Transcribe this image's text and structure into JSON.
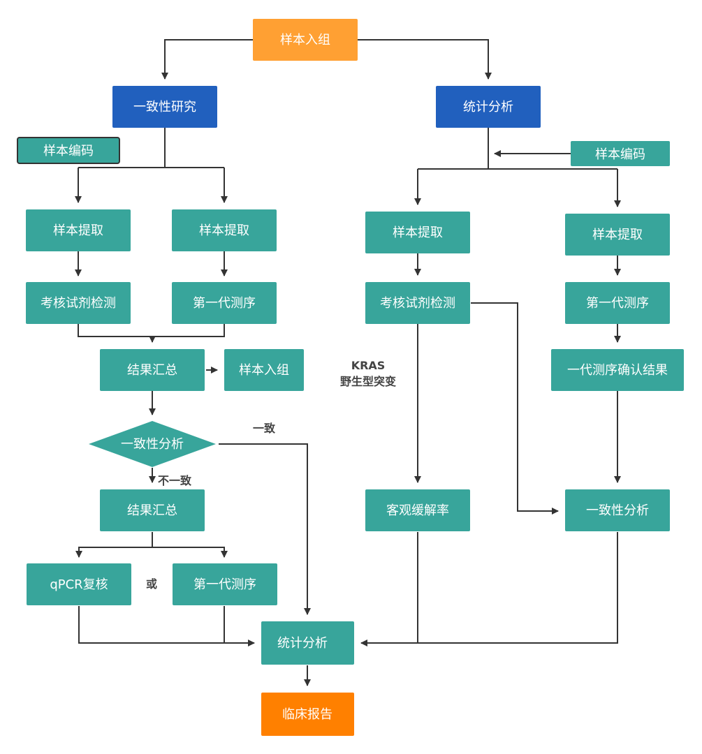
{
  "colors": {
    "orange_light": "#FFA033",
    "orange": "#FF8000",
    "blue": "#2160BE",
    "teal": "#38A59B",
    "line": "#333333",
    "edge_text": "#444444"
  },
  "nodes": {
    "enroll_top": "样本入组",
    "consistency_study": "一致性研究",
    "stat_analysis_top": "统计分析",
    "sample_code_left": "样本编码",
    "sample_code_right": "样本编码",
    "extract_l1": "样本提取",
    "extract_l2": "样本提取",
    "extract_r1": "样本提取",
    "extract_r2": "样本提取",
    "kit_test_left": "考核试剂检测",
    "sanger_l": "第一代测序",
    "kit_test_right": "考核试剂检测",
    "sanger_r": "第一代测序",
    "summary_1": "结果汇总",
    "enroll_mid": "样本入组",
    "sanger_confirm": "一代测序确认结果",
    "consistency_decision": "一致性分析",
    "summary_2": "结果汇总",
    "orr": "客观缓解率",
    "consistency_right": "一致性分析",
    "qpcr": "qPCR复核",
    "sanger_recheck": "第一代测序",
    "stat_analysis_bottom": "统计分析",
    "clinical_report": "临床报告"
  },
  "edge_labels": {
    "consistent": "一致",
    "inconsistent": "不一致",
    "or": "或",
    "kras_line1": "KRAS",
    "kras_line2": "野生型突变"
  }
}
